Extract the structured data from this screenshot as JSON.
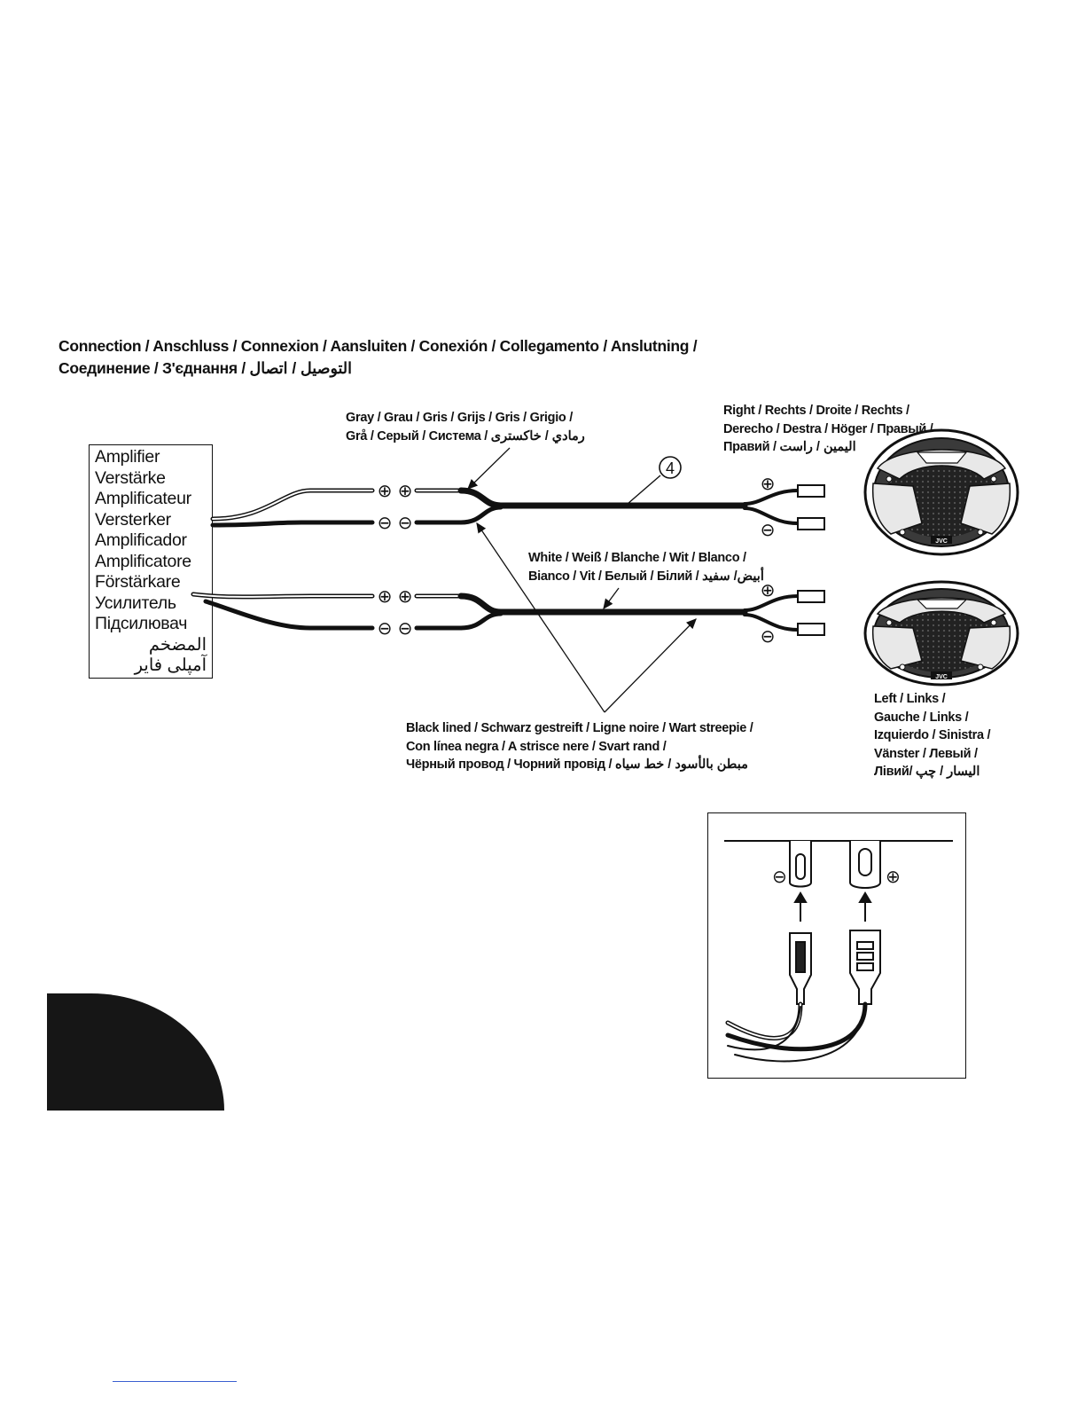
{
  "title": {
    "line1": "Connection / Anschluss / Connexion / Aansluiten / Conexión / Collegamento / Anslutning /",
    "line2": "Соединение / З'єднання / التوصيل / اتصال"
  },
  "amplifier_labels": [
    "Amplifier",
    "Verstärke",
    "Amplificateur",
    "Versterker",
    "Amplificador",
    "Amplificatore",
    "Förstärkare",
    "Усилитель",
    "Підсилювач",
    "المضخم",
    "آمپلی فایر"
  ],
  "labels": {
    "gray": [
      "Gray / Grau / Gris / Grijs / Gris / Grigio /",
      "Grå / Серый / Система / رمادي / خاکستری"
    ],
    "right": [
      "Right / Rechts / Droite / Rechts /",
      "Derecho / Destra / Höger / Правый /",
      "Правий / اليمين / راست"
    ],
    "white": [
      "White / Weiß / Blanche / Wit / Blanco /",
      "Bianco / Vit / Белый / Білий / أبيض/ سفيد"
    ],
    "black": [
      "Black lined / Schwarz gestreift / Ligne noire / Wart streepie /",
      "Con línea negra / A strisce nere / Svart rand /",
      "Чёрный провод / Чорний провід / مبطن بالأسود / خط سیاه"
    ],
    "left": [
      "Left / Links /",
      "Gauche / Links /",
      "Izquierdo / Sinistra /",
      "Vänster / Левый /",
      "Лівий/ اليسار / چپ"
    ]
  },
  "callout_number": "4",
  "brand_text": "JVC",
  "symbols": {
    "plus": "⊕",
    "minus": "⊖"
  }
}
